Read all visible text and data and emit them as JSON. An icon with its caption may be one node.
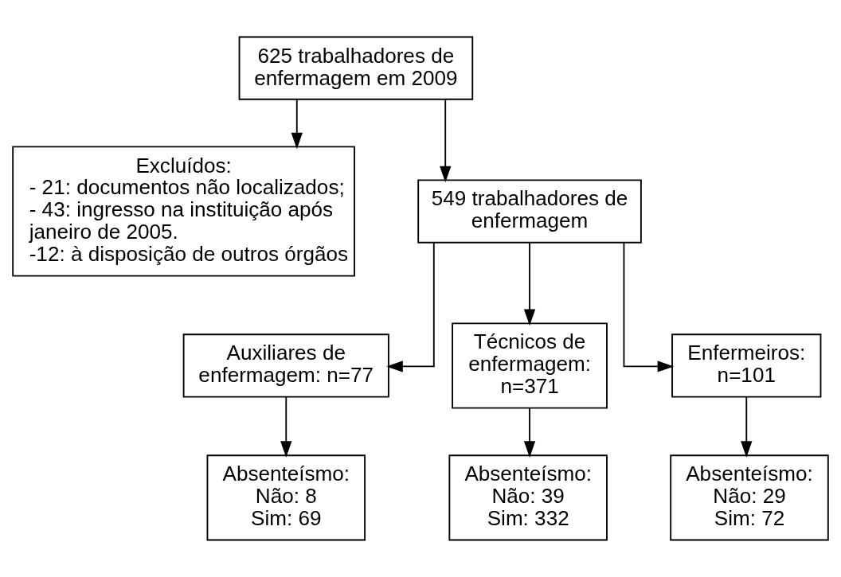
{
  "diagram": {
    "nodes": [
      {
        "text": [
          "625 trabalhadores de enfermagem em 2009"
        ]
      },
      {
        "text": [
          "Excluídos:",
          "- 21: documentos não localizados;",
          "- 43: ingresso na instituição após janeiro de 2005.",
          "-12: à disposição de outros órgãos"
        ]
      },
      {
        "text": [
          "549 trabalhadores de enfermagem"
        ]
      },
      {
        "text": [
          "Auxiliares de enfermagem: n=77"
        ]
      },
      {
        "text": [
          "Técnicos de enfermagem: n=371"
        ]
      },
      {
        "text": [
          "Enfermeiros: n=101"
        ]
      },
      {
        "text": [
          "Absenteísmo:",
          "Não: 8",
          "Sim: 69"
        ]
      },
      {
        "text": [
          "Absenteísmo:",
          "Não: 39",
          "Sim: 332"
        ]
      },
      {
        "text": [
          "Absenteísmo:",
          "Não: 29",
          "Sim: 72"
        ]
      }
    ],
    "edges": [
      {
        "from": 0,
        "to": 2,
        "arrow": "to"
      },
      {
        "from": 0,
        "to": 1,
        "arrow": "to"
      },
      {
        "from": 2,
        "to": 3,
        "arrow": "to"
      },
      {
        "from": 2,
        "to": 4,
        "arrow": "to"
      },
      {
        "from": 2,
        "to": 5,
        "arrow": "to"
      },
      {
        "from": 3,
        "to": 6,
        "arrow": "to"
      },
      {
        "from": 4,
        "to": 7,
        "arrow": "to"
      },
      {
        "from": 5,
        "to": 8,
        "arrow": "to"
      }
    ]
  }
}
